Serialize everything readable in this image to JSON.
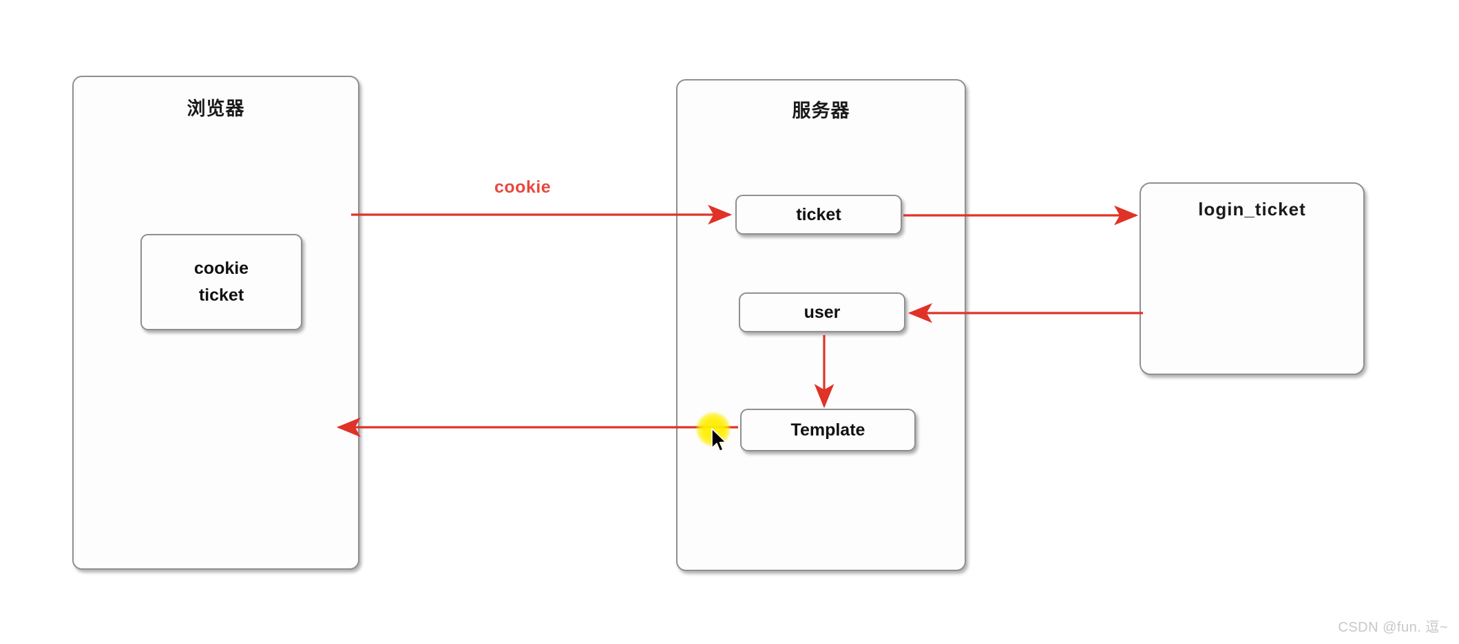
{
  "diagram": {
    "title_browser": "浏览器",
    "title_server": "服务器",
    "nodes": {
      "cookie": "cookie",
      "ticket_in_browser": "ticket",
      "ticket": "ticket",
      "user": "user",
      "template": "Template",
      "login_ticket": "login_ticket"
    },
    "labels": {
      "cookie_request": "cookie"
    },
    "arrows": [
      {
        "name": "browser-to-ticket",
        "from": "浏览器",
        "to": "ticket",
        "label": "cookie",
        "direction": "right"
      },
      {
        "name": "ticket-to-login-ticket",
        "from": "ticket",
        "to": "login_ticket",
        "label": "",
        "direction": "right"
      },
      {
        "name": "login-ticket-to-user",
        "from": "login_ticket",
        "to": "user",
        "label": "",
        "direction": "left"
      },
      {
        "name": "user-to-template",
        "from": "user",
        "to": "Template",
        "label": "",
        "direction": "down"
      },
      {
        "name": "template-to-browser",
        "from": "Template",
        "to": "浏览器",
        "label": "",
        "direction": "left"
      }
    ],
    "colors": {
      "arrow": "#e03228",
      "label": "#e8473f",
      "box_border": "#8f8f8f",
      "highlight": "#ffee00"
    }
  },
  "watermark": {
    "text": "CSDN @fun. 逗~"
  }
}
